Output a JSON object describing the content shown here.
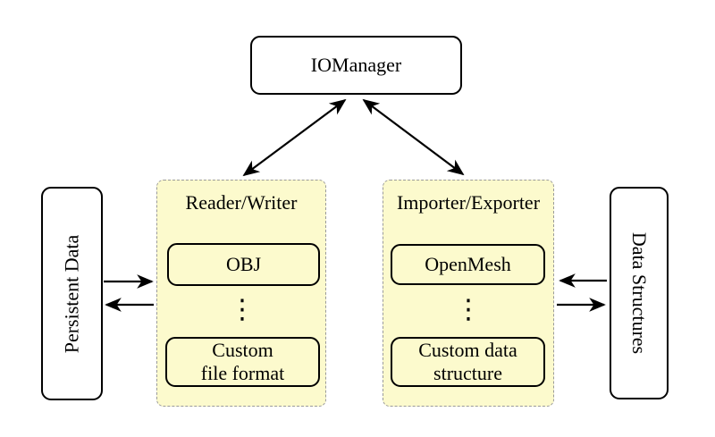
{
  "colors": {
    "background": "#ffffff",
    "group_fill": "#fcfacd",
    "group_border": "#9a9a9a",
    "node_fill": "#ffffff",
    "node_border": "#000000",
    "arrow": "#000000"
  },
  "nodes": {
    "io_manager": {
      "label": "IOManager"
    },
    "persistent_data": {
      "label": "Persistent Data"
    },
    "data_structures": {
      "label": "Data Structures"
    }
  },
  "groups": {
    "reader_writer": {
      "title": "Reader/Writer",
      "top_item": "OBJ",
      "ellipsis": "⋮",
      "bottom_item_line1": "Custom",
      "bottom_item_line2": "file format"
    },
    "importer_exporter": {
      "title": "Importer/Exporter",
      "top_item": "OpenMesh",
      "ellipsis": "⋮",
      "bottom_item_line1": "Custom data",
      "bottom_item_line2": "structure"
    }
  },
  "arrows": [
    {
      "name": "iomanager-readerwriter",
      "direction": "bidirectional"
    },
    {
      "name": "iomanager-importerexporter",
      "direction": "bidirectional"
    },
    {
      "name": "persistentdata-to-readerwriter",
      "direction": "right"
    },
    {
      "name": "readerwriter-to-persistentdata",
      "direction": "left"
    },
    {
      "name": "datastructures-to-importerexporter",
      "direction": "left"
    },
    {
      "name": "importerexporter-to-datastructures",
      "direction": "right"
    }
  ]
}
